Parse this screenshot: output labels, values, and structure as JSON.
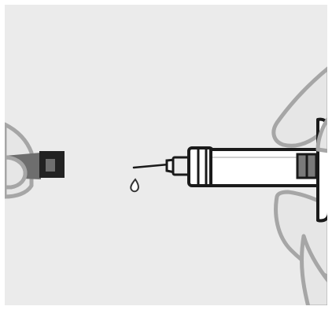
{
  "illustration": {
    "kind": "syringe-preparation-step",
    "elements": [
      "needle-cap",
      "syringe",
      "needle",
      "liquid-drop",
      "left-hand",
      "right-hand"
    ]
  },
  "colors": {
    "background": "#ebebeb",
    "border": "#ffffff",
    "hand_fill": "#e6e6e6",
    "hand_outline": "#a6a6a6",
    "cap_fill": "#6e6e6e",
    "cap_dark": "#222222",
    "line_dark": "#1a1a1a",
    "barrel_fill": "#ebebeb",
    "plunger_fill": "#7a7a7a",
    "drop_outline": "#333333"
  }
}
